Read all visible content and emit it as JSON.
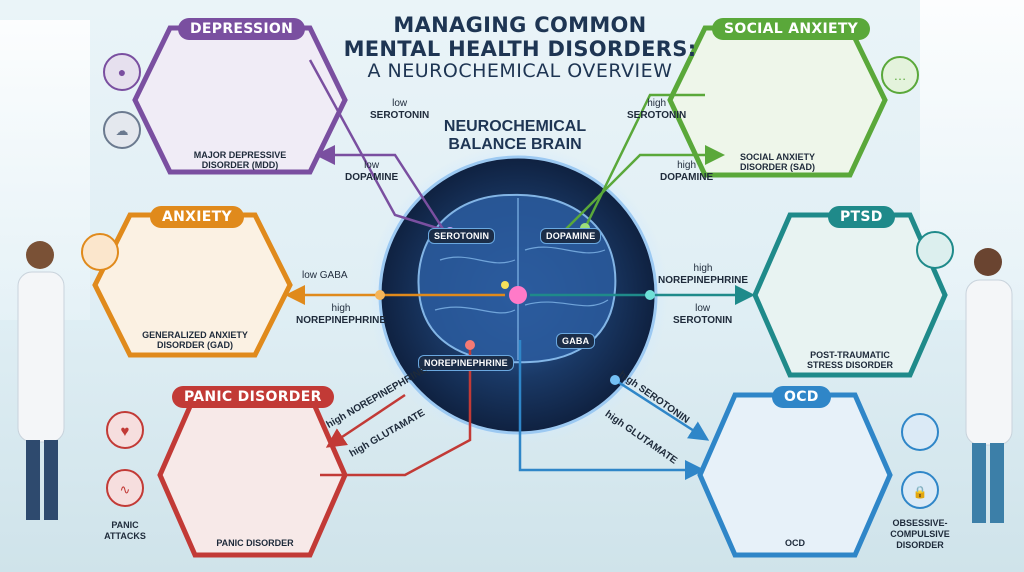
{
  "title": {
    "line1": "MANAGING COMMON",
    "line2": "MENTAL HEALTH DISORDERS:",
    "line3": "A NEUROCHEMICAL OVERVIEW"
  },
  "brain_title": {
    "line1": "NEUROCHEMICAL",
    "line2": "BALANCE BRAIN"
  },
  "colors": {
    "depression": "#7a4fa0",
    "social": "#5aa83a",
    "anxiety": "#e08a1c",
    "ptsd": "#1f8a8a",
    "panic": "#c23a36",
    "ocd": "#2f86c8",
    "brain": "#142a4a"
  },
  "nodes": [
    {
      "id": "depression",
      "label": "DEPRESSION",
      "cap1": "MAJOR DEPRESSIVE",
      "cap2": "DISORDER (MDD)"
    },
    {
      "id": "social",
      "label": "SOCIAL ANXIETY",
      "cap1": "SOCIAL ANXIETY",
      "cap2": "DISORDER (SAD)"
    },
    {
      "id": "anxiety",
      "label": "ANXIETY",
      "cap1": "GENERALIZED ANXIETY",
      "cap2": "DISORDER (GAD)"
    },
    {
      "id": "ptsd",
      "label": "PTSD",
      "cap1": "POST-TRAUMATIC",
      "cap2": "STRESS DISORDER"
    },
    {
      "id": "panic",
      "label": "PANIC DISORDER",
      "cap1": "PANIC DISORDER",
      "cap2": ""
    },
    {
      "id": "ocd",
      "label": "OCD",
      "cap1": "OCD",
      "cap2": ""
    }
  ],
  "brain_labels": [
    "SEROTONIN",
    "DOPAMINE",
    "GABA",
    "NOREPINEPHRINE"
  ],
  "links": {
    "dep_ser": {
      "level": "low",
      "chem": "SEROTONIN"
    },
    "dep_dop": {
      "level": "low",
      "chem": "DOPAMINE"
    },
    "soc_ser": {
      "level": "high",
      "chem": "SEROTONIN"
    },
    "soc_dop": {
      "level": "high",
      "chem": "DOPAMINE"
    },
    "anx_gaba": {
      "text": "low GABA"
    },
    "anx_nor": {
      "level": "high",
      "chem": "NOREPINEPHRINE"
    },
    "ptsd_nor": {
      "level": "high",
      "chem": "NOREPINEPHRINE"
    },
    "ptsd_ser": {
      "level": "low",
      "chem": "SEROTONIN"
    },
    "pan_nor": {
      "text": "high NOREPINEPHRINE"
    },
    "pan_glu": {
      "text": "high GLUTAMATE"
    },
    "ocd_ser": {
      "text": "high SEROTONIN"
    },
    "ocd_glu": {
      "text": "high GLUTAMATE"
    }
  },
  "side_captions": {
    "panic_left": "PANIC ATTACKS",
    "ocd_right1": "OBSESSIVE-",
    "ocd_right2": "COMPULSIVE",
    "ocd_right3": "DISORDER"
  }
}
